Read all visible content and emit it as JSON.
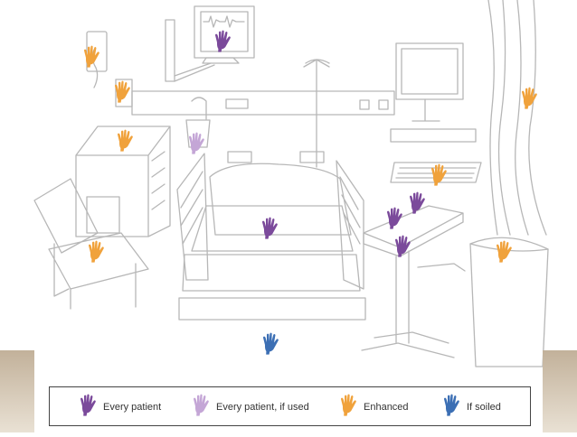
{
  "colors": {
    "every_patient": "#7b4a9b",
    "every_patient_if_used": "#c4a6d6",
    "enhanced": "#f0a23c",
    "if_soiled": "#3c6fb4",
    "line": "#b7b7b7"
  },
  "legend": {
    "items": [
      {
        "label": "Every patient",
        "color_key": "every_patient"
      },
      {
        "label": "Every patient, if used",
        "color_key": "every_patient_if_used"
      },
      {
        "label": "Enhanced",
        "color_key": "enhanced"
      },
      {
        "label": "If soiled",
        "color_key": "if_soiled"
      }
    ]
  },
  "hand_markers": [
    {
      "object": "monitor-screen",
      "category": "every_patient"
    },
    {
      "object": "wall-outlet",
      "category": "enhanced"
    },
    {
      "object": "light-switch",
      "category": "enhanced"
    },
    {
      "object": "curtain",
      "category": "enhanced"
    },
    {
      "object": "nightstand-top",
      "category": "enhanced"
    },
    {
      "object": "suction-canister",
      "category": "every_patient_if_used"
    },
    {
      "object": "keyboard",
      "category": "enhanced"
    },
    {
      "object": "bed-mattress",
      "category": "every_patient"
    },
    {
      "object": "overbed-table-phone",
      "category": "every_patient"
    },
    {
      "object": "overbed-table-remote",
      "category": "every_patient"
    },
    {
      "object": "overbed-table-surface",
      "category": "every_patient"
    },
    {
      "object": "chair-seat",
      "category": "enhanced"
    },
    {
      "object": "waste-bin",
      "category": "enhanced"
    },
    {
      "object": "floor",
      "category": "if_soiled"
    }
  ]
}
